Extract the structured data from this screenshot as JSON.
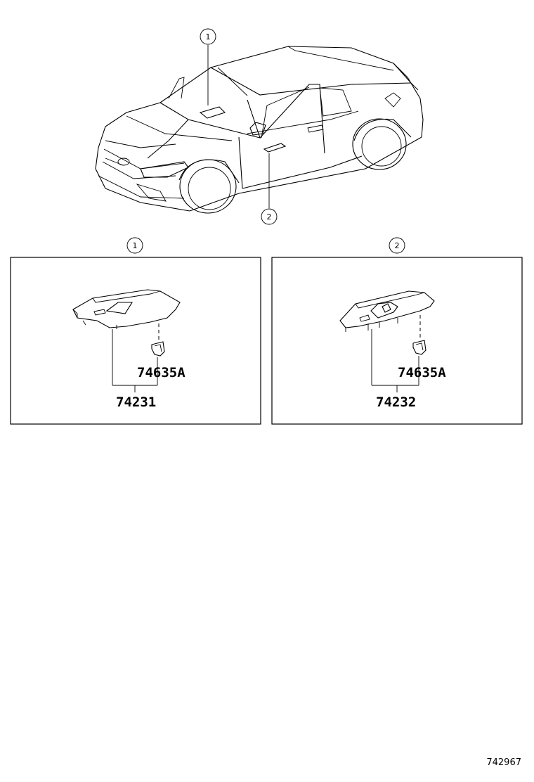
{
  "callouts": {
    "roof": "1",
    "door": "2"
  },
  "panels": [
    {
      "callout": "1",
      "parts": {
        "clip": "74635A",
        "switch": "74231"
      }
    },
    {
      "callout": "2",
      "parts": {
        "clip": "74635A",
        "switch": "74232"
      }
    }
  ],
  "figure_id": "742967"
}
